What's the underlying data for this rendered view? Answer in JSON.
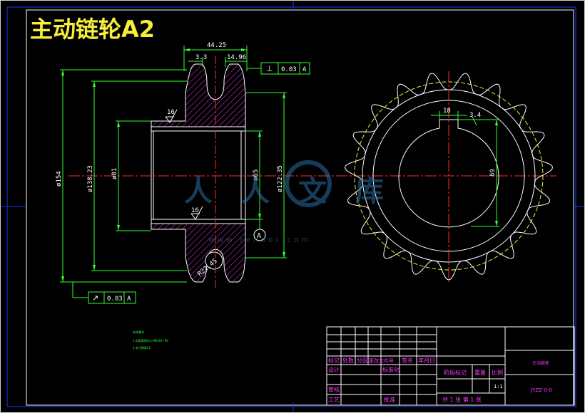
{
  "drawing": {
    "title": "主动链轮A2",
    "dimensions": {
      "overall_width": "44.25",
      "tooth_gap": "3.3",
      "tooth_width": "14.96",
      "dia_outer": "ø154",
      "dia_pitch": "ø138.23",
      "dia_bore": "ø81",
      "dia_hub": "ø65",
      "dia_root": "ø122.35",
      "tooth_radius": "R22.45",
      "key_width": "18",
      "key_depth": "3.4",
      "key_height": "69"
    },
    "surface_finish": {
      "top": "16",
      "bottom": "16"
    },
    "tolerances": {
      "perpendicularity": {
        "symbol": "⊥",
        "value": "0.03",
        "datum": "A"
      },
      "runout": {
        "symbol": "↗",
        "value": "0.03",
        "datum": "A"
      }
    },
    "datum_label": "A",
    "notes": {
      "heading": "技术要求",
      "line1": "1.齿面高频淬火HRC45~50",
      "line2": "2.未注倒角C1"
    },
    "watermark": {
      "brand": "人人文库",
      "url": "w w w . r e n d o c . c o m"
    }
  },
  "title_block": {
    "row_labels": [
      "标记",
      "处数",
      "分区",
      "更改文件号",
      "签名",
      "年月日"
    ],
    "design": "设计",
    "standardize": "标准化",
    "audit": "审核",
    "process": "工艺",
    "approve": "批准",
    "stage_mark": "阶段标记",
    "weight": "重量",
    "scale": "比例",
    "scale_value": "1:1",
    "sheet_info": "共 1 张 第 1 张",
    "part_name": "主动链轮",
    "drawing_number": "JYZZ-0-0"
  }
}
